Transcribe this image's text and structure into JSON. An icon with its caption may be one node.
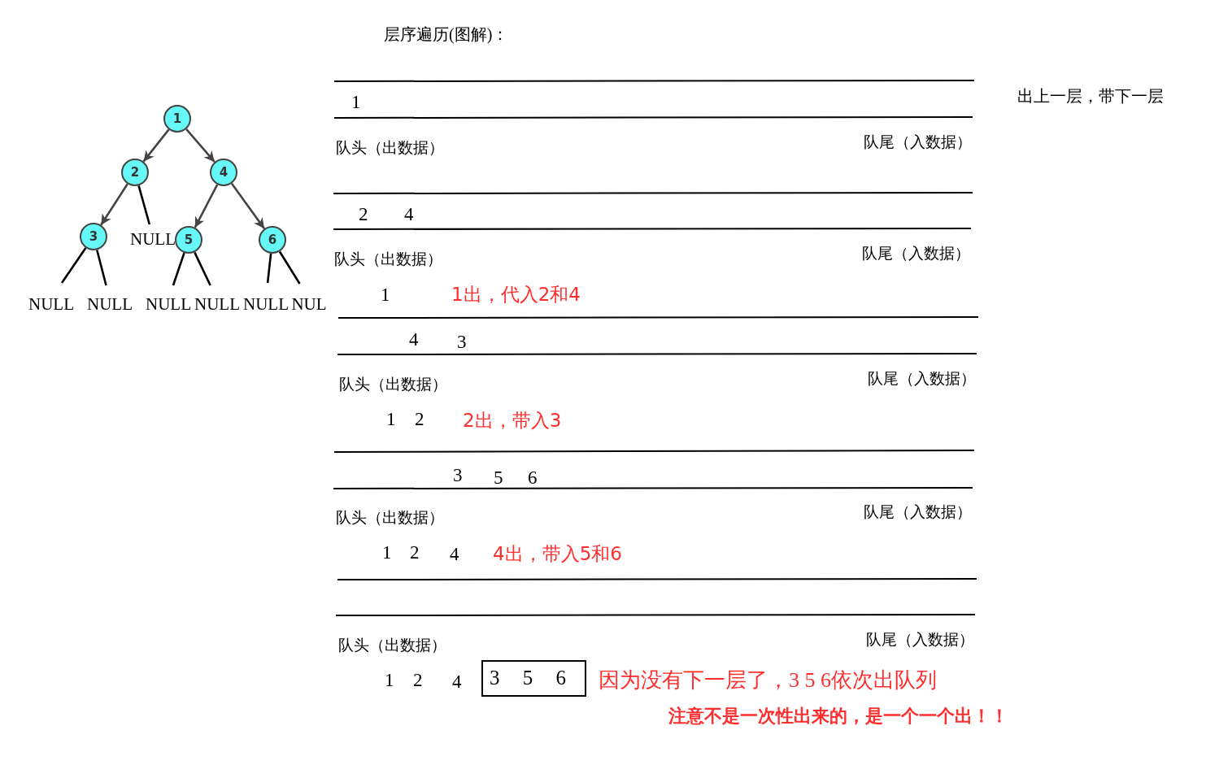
{
  "diagram": {
    "title": "层序遍历(图解)：",
    "nodes": [
      {
        "text": [
          "1"
        ]
      },
      {
        "text": [
          "2"
        ]
      },
      {
        "text": [
          "4"
        ]
      },
      {
        "text": [
          "3"
        ]
      },
      {
        "text": [
          "NULL"
        ]
      },
      {
        "text": [
          "5"
        ]
      },
      {
        "text": [
          "6"
        ]
      },
      {
        "text": [
          "NULL"
        ]
      },
      {
        "text": [
          "NULL"
        ]
      },
      {
        "text": [
          "NULL"
        ]
      },
      {
        "text": [
          "NULL"
        ]
      },
      {
        "text": [
          "NULL"
        ]
      },
      {
        "text": [
          "NUL"
        ]
      },
      {
        "text": [
          "3 5 6"
        ]
      }
    ],
    "edges": [
      {
        "from": 0,
        "to": 1,
        "arrow": "to",
        "color": "#444444"
      },
      {
        "from": 0,
        "to": 2,
        "arrow": "to",
        "color": "#444444"
      },
      {
        "from": 1,
        "to": 3,
        "arrow": "to",
        "color": "#444444"
      },
      {
        "from": 1,
        "to": 4,
        "arrow": "none"
      },
      {
        "from": 2,
        "to": 5,
        "arrow": "to",
        "color": "#444444"
      },
      {
        "from": 2,
        "to": 6,
        "arrow": "to",
        "color": "#444444"
      },
      {
        "from": 3,
        "to": 7,
        "arrow": "none"
      },
      {
        "from": 3,
        "to": 8,
        "arrow": "none"
      },
      {
        "from": 5,
        "to": 9,
        "arrow": "none"
      },
      {
        "from": 5,
        "to": 10,
        "arrow": "none"
      },
      {
        "from": 6,
        "to": 11,
        "arrow": "none"
      },
      {
        "from": 6,
        "to": 12,
        "arrow": "none"
      }
    ],
    "labels": [
      "1",
      "出上一层，带下一层",
      "队头（出数据）",
      "队尾（入数据）",
      "2",
      "4",
      "队头（出数据）",
      "队尾（入数据）",
      "1",
      "1出，代入2和4",
      "4",
      "3",
      "队头（出数据）",
      "队尾（入数据）",
      "1",
      "2",
      "2出，带入3",
      "3",
      "5",
      "6",
      "队头（出数据）",
      "队尾（入数据）",
      "1",
      "2",
      "4",
      "4出，带入5和6",
      "队头（出数据）",
      "队尾（入数据）",
      "1",
      "2",
      "4",
      "因为没有下一层了，3 5 6依次出队列",
      "注意不是一次性出来的，是一个一个出！！"
    ]
  }
}
